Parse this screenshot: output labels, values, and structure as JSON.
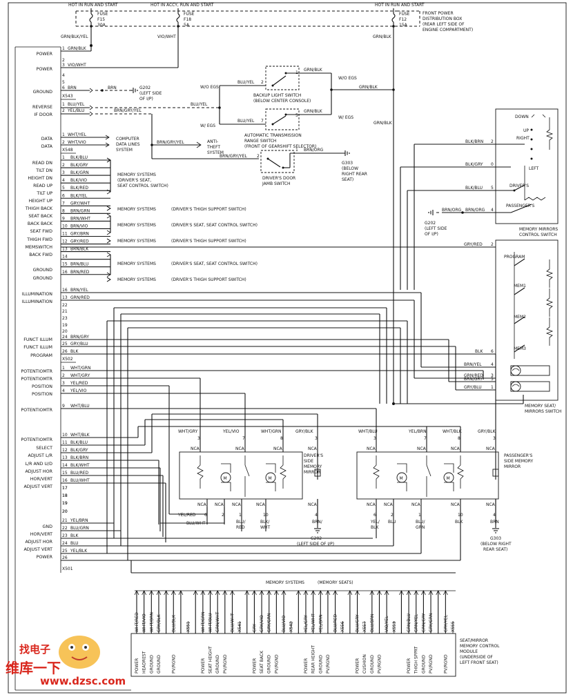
{
  "power": {
    "hot1": "HOT IN RUN AND START",
    "hot2": "HOT IN ACCY, RUN AND START",
    "hot3": "HOT IN RUN AND START",
    "fuses": [
      {
        "name": "FUSE",
        "id": "F15",
        "amp": "30A"
      },
      {
        "name": "FUSE",
        "id": "F18",
        "amp": "5A"
      },
      {
        "name": "FUSE",
        "id": "F12",
        "amp": "15A"
      }
    ],
    "box": [
      "FRONT POWER",
      "DISTRIBUTION BOX",
      "(REAR LEFT SIDE OF",
      "ENGINE COMPARTMENT)"
    ],
    "wires": [
      "GRN/BLK/YEL",
      "VIO/WHT",
      "GRN/BLK"
    ]
  },
  "left_labels": [
    "POWER",
    "POWER",
    "GROUND",
    "REVERSE",
    "IF DOOR",
    "DATA",
    "DATA",
    "READ DN",
    "TILT DN",
    "HEIGHT DN",
    "READ UP",
    "TILT UP",
    "HEIGHT UP",
    "THIGH BACK",
    "SEAT BACK",
    "BACK BACK",
    "SEAT FWD",
    "THIGH FWD",
    "MEMSWITCH",
    "BACK FWD",
    "GROUND",
    "GROUND",
    "ILLUMINATION",
    "ILLUMINATION",
    "FUNCT ILLUM",
    "FUNCT ILLUM",
    "PROGRAM",
    "POTENTIOMTR",
    "POTENTIOMTR",
    "POSITION",
    "POSITION",
    "POTENTIOMTR",
    "POTENTIOMTR",
    "SELECT",
    "ADJUST L/R",
    "L/R AND U/D",
    "ADJUST HOR",
    "HOR/VERT",
    "ADJUST VERT",
    "GND",
    "HOR/VERT",
    "ADJUST HOR",
    "ADJUST VERT",
    "POWER"
  ],
  "connectors": [
    "X543",
    "X548",
    "X502",
    "X501"
  ],
  "top_pins": [
    {
      "n": "1",
      "w": "GRN/BLK"
    },
    {
      "n": "2",
      "w": ""
    },
    {
      "n": "3",
      "w": "VIO/WHT"
    },
    {
      "n": "4",
      "w": ""
    },
    {
      "n": "5",
      "w": ""
    },
    {
      "n": "6",
      "w": "BRN"
    },
    {
      "n": "1",
      "w": "BLU/YEL"
    },
    {
      "n": "2",
      "w": "YEL/BLU"
    },
    {
      "n": "1",
      "w": "WHT/YEL"
    },
    {
      "n": "2",
      "w": "WHT/VIO"
    }
  ],
  "seat_pins": [
    "BLK/BLU",
    "BLK/GRY",
    "BLK/GRN",
    "BLK/VIO",
    "BLK/RED",
    "BLK/YEL",
    "GRY/WHT",
    "BRN/GRN",
    "BRN/WHT",
    "BRN/VIO",
    "GRY/BRN",
    "GRY/RED",
    "BRN/BLK",
    "",
    "BRN/BLU",
    "BRN/RED"
  ],
  "memory_notes": [
    {
      "label": "MEMORY SYSTEMS",
      "sub": "(DRIVER'S SEAT,",
      "sub2": "SEAT CONTROL SWITCH)"
    },
    {
      "label": "MEMORY SYSTEMS",
      "sub": "(DRIVER'S THIGH SUPPORT SWITCH)"
    },
    {
      "label": "MEMORY SYSTEMS",
      "sub": "(DRIVER'S SEAT, SEAT CONTROL SWITCH)"
    },
    {
      "label": "MEMORY SYSTEMS",
      "sub": "(DRIVER'S THIGH SUPPORT SWITCH)"
    },
    {
      "label": "MEMORY SYSTEMS",
      "sub": "(DRIVER'S SEAT, SEAT CONTROL SWITCH)"
    },
    {
      "label": "MEMORY SYSTEMS",
      "sub": "(DRIVER'S THIGH SUPPORT SWITCH)"
    }
  ],
  "mid_pins": [
    {
      "n": "16",
      "w": "BRN/YEL"
    },
    {
      "n": "13",
      "w": "GRN/RED"
    },
    {
      "n": "22",
      "w": ""
    },
    {
      "n": "21",
      "w": ""
    },
    {
      "n": "23",
      "w": ""
    },
    {
      "n": "19",
      "w": ""
    },
    {
      "n": "20",
      "w": ""
    },
    {
      "n": "24",
      "w": "BRN/GRY"
    },
    {
      "n": "25",
      "w": "GRY/BLU"
    },
    {
      "n": "26",
      "w": "BLK"
    }
  ],
  "lower_pins": [
    {
      "n": "1",
      "w": "WHT/GRN"
    },
    {
      "n": "2",
      "w": "WHT/GRY"
    },
    {
      "n": "3",
      "w": "YEL/RED"
    },
    {
      "n": "4",
      "w": "YEL/VIO"
    },
    {
      "n": "5",
      "w": ""
    },
    {
      "n": "6",
      "w": ""
    },
    {
      "n": "7",
      "w": ""
    },
    {
      "n": "8",
      "w": ""
    },
    {
      "n": "9",
      "w": "WHT/BLU"
    },
    {
      "n": "10",
      "w": "WHT/BLK"
    },
    {
      "n": "11",
      "w": "BLK/BLU"
    },
    {
      "n": "12",
      "w": "BLK/GRY"
    },
    {
      "n": "13",
      "w": "BLK/BRN"
    },
    {
      "n": "14",
      "w": "BLK/WHT"
    },
    {
      "n": "15",
      "w": "BLU/RED"
    },
    {
      "n": "16",
      "w": "BLU/WHT"
    },
    {
      "n": "17",
      "w": ""
    },
    {
      "n": "18",
      "w": ""
    },
    {
      "n": "19",
      "w": ""
    },
    {
      "n": "20",
      "w": ""
    },
    {
      "n": "21",
      "w": "YEL/BRN"
    },
    {
      "n": "22",
      "w": "BLU/GRN"
    },
    {
      "n": "23",
      "w": "BLK"
    },
    {
      "n": "24",
      "w": "BLU"
    },
    {
      "n": "25",
      "w": "YEL/BLK"
    },
    {
      "n": "26",
      "w": ""
    }
  ],
  "ground_g202": [
    "G202",
    "(LEFT SIDE",
    "OF I/P)"
  ],
  "backup_switch": {
    "wo": "W/O EGS",
    "w": "W/ EGS",
    "l1": "BACKUP LIGHT SWITCH",
    "l2": "(BELOW CENTER CONSOLE)",
    "l3": "AUTOMATIC TRANSMISSION",
    "l4": "RANGE SWITCH",
    "l5": "(FRONT OF GEARSHIFT SELECTOR)",
    "wires": [
      "BLU/YEL",
      "GRN/BLK",
      "BLU/YEL",
      "GRN/BLK"
    ],
    "pins": [
      "2",
      "1",
      "7",
      "5"
    ],
    "right1": "W/O EGS",
    "right2": "W/ EGS"
  },
  "computer": [
    "COMPUTER",
    "DATA LINES",
    "SYSTEM"
  ],
  "antitheft": {
    "wire": "BRN/GRY/YEL",
    "label": [
      "ANTI-",
      "THEFT",
      "SYSTEM"
    ]
  },
  "door_switch": {
    "wire_in": "BRN/GRY/YEL",
    "pin_in": "2",
    "pin_out": "1",
    "wire_out": "BRN/ORG",
    "label": [
      "DRIVER'S DOOR",
      "JAMB SWITCH"
    ],
    "ground": [
      "G303",
      "(BELOW",
      "RIGHT REAR",
      "SEAT)"
    ]
  },
  "mirror_switch": {
    "labels": [
      "DOWN",
      "UP",
      "RIGHT",
      "LEFT",
      "DRIVER'S",
      "PASSENGER'S"
    ],
    "wires": [
      {
        "w": "BLK/BRN",
        "p": "2"
      },
      {
        "w": "BLK/GRY",
        "p": "0"
      },
      {
        "w": "BLK/BLU",
        "p": "5"
      },
      {
        "w": "BRN/ORG",
        "p": "4"
      }
    ],
    "title": [
      "MEMORY MIRRORS",
      "CONTROL SWITCH"
    ],
    "ground": [
      "G202",
      "(LEFT SIDE",
      "OF I/P)"
    ]
  },
  "seat_switch": {
    "labels": [
      "PROGRAM",
      "MEM1",
      "MEM2",
      "MEM3"
    ],
    "wires": [
      {
        "w": "GRY/RED",
        "p": "2"
      },
      {
        "w": "BLK",
        "p": "6"
      },
      {
        "w": "BRN/YEL",
        "p": "4"
      },
      {
        "w": "GRN/RED",
        "p": "3"
      },
      {
        "w": "BRN/GRY",
        "p": "5"
      },
      {
        "w": "GRY/BLU",
        "p": "1"
      }
    ],
    "title": [
      "MEMORY SEAT/",
      "MIRRORS SWITCH"
    ]
  },
  "driver_mirror": {
    "label": [
      "DRIVER'S",
      "SIDE",
      "MEMORY",
      "MIRROR"
    ],
    "top": [
      {
        "w": "WHT/GRY",
        "p": "3"
      },
      {
        "w": "YEL/VIO",
        "p": "7"
      },
      {
        "w": "WHT/GRN",
        "p": "8"
      },
      {
        "w": "GRY/BLK",
        "p": "3"
      }
    ],
    "bottom": [
      {
        "p": "6"
      },
      {
        "p": "2"
      },
      {
        "p": "1",
        "w": "BLU/RED"
      },
      {
        "p": "10",
        "w": "BLK/WHT"
      },
      {
        "p": "4",
        "w": "BRN"
      }
    ],
    "ground": [
      "G202",
      "(LEFT SIDE OF I/P)"
    ],
    "nca": "NCA",
    "inner": [
      "YEL/RED",
      "BLU/WHT"
    ]
  },
  "pass_mirror": {
    "label": [
      "PASSENGER'S",
      "SIDE MEMORY",
      "MIRROR"
    ],
    "top": [
      {
        "w": "WHT/BLU",
        "p": "3"
      },
      {
        "w": "YEL/BRN",
        "p": "7"
      },
      {
        "w": "WHT/BLK",
        "p": "8"
      },
      {
        "w": "GRY/BLK",
        "p": "3"
      }
    ],
    "bottom": [
      {
        "p": "6",
        "w": "YEL/BLK"
      },
      {
        "p": "2",
        "w": "BLU"
      },
      {
        "p": "1",
        "w": "BLU/GRN"
      },
      {
        "p": "10",
        "w": "BLK"
      },
      {
        "p": "4",
        "w": "BRN"
      }
    ],
    "ground": [
      "G303",
      "(BELOW RIGHT",
      "REAR SEAT)"
    ]
  },
  "bottom_bus": {
    "title": "MEMORY SYSTEMS",
    "title2": "(MEMORY SEATS)",
    "wires": [
      "WHT/RED",
      "WHT/VIO",
      "WHT/BRN",
      "GRY/BLK",
      "",
      "BLU/BLK",
      "",
      "X551",
      "",
      "WHT/GRN",
      "WHT/BLU",
      "GRN/WHT",
      "",
      "BLU/WHT",
      "X541",
      "",
      "GRY",
      "GRY/VIO",
      "GRY/GRN",
      "",
      "BLU/VIO",
      "X542",
      "",
      "YEL/GRY",
      "YEL/WHT",
      "YEL/BRN",
      "",
      "BLU/RED",
      "X556",
      "",
      "BLU/GRY",
      "X557",
      "BLU/BRN",
      "",
      "VIO/YEL",
      "X553",
      "",
      "GRN/BLU",
      "GRN/YEL",
      "GRN/GRY",
      "GRY/GRN",
      "",
      "GRY/YEL",
      "X555"
    ],
    "functions": [
      "POWER",
      "HEADREST",
      "GROUND",
      "GROUND",
      "",
      "PV/RGND",
      "",
      "",
      "",
      "POWER",
      "SEAT HEIGHT",
      "GROUND",
      "PV/RGND",
      "",
      "",
      "",
      "POWER",
      "SEAT BACK",
      "GROUND",
      "PV/RGND",
      "",
      "",
      "",
      "POWER",
      "REAR HEIGHT",
      "GROUND",
      "PV/RGND",
      "",
      "",
      "",
      "POWER",
      "CUSHION",
      "GROUND",
      "PV/RGND",
      "",
      "",
      "",
      "POWER",
      "THIGH SPPRT",
      "GROUND",
      "PV/RGND",
      "",
      "PV/RGND",
      ""
    ],
    "module": [
      "SEAT/MIRROR",
      "MEMORY CONTROL",
      "MODULE",
      "(UNDERSIDE OF",
      "LEFT FRONT SEAT)"
    ]
  },
  "watermark": {
    "top": "找电子",
    "brand": "维库一下",
    "url": "www.dzsc.com"
  }
}
